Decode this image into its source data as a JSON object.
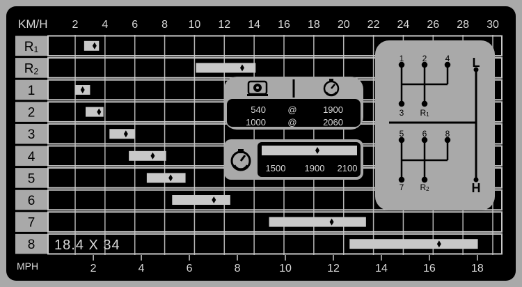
{
  "colors": {
    "plate": "#000000",
    "panel": "#a9a9a9",
    "bar": "#c8c8c8",
    "grid": "#c8c8c8",
    "text_light": "#d8d8d8",
    "text_dark": "#000000"
  },
  "header": {
    "unit_label": "KM/H",
    "ticks": [
      "2",
      "4",
      "6",
      "8",
      "10",
      "12",
      "14",
      "16",
      "18",
      "20",
      "22",
      "24",
      "26",
      "28",
      "30"
    ]
  },
  "footer": {
    "unit_label": "MPH",
    "ticks": [
      "2",
      "4",
      "6",
      "8",
      "10",
      "12",
      "14",
      "16",
      "18"
    ]
  },
  "gears": [
    {
      "label": "R1",
      "main": "R",
      "sub": "1",
      "range_kmh": [
        2.6,
        3.6
      ],
      "mark_kmh": 3.3
    },
    {
      "label": "R2",
      "main": "R",
      "sub": "2",
      "range_kmh": [
        10.1,
        14.1
      ],
      "mark_kmh": 13.2
    },
    {
      "label": "1",
      "main": "1",
      "sub": "",
      "range_kmh": [
        2.0,
        3.0
      ],
      "mark_kmh": 2.5
    },
    {
      "label": "2",
      "main": "2",
      "sub": "",
      "range_kmh": [
        2.7,
        3.9
      ],
      "mark_kmh": 3.6
    },
    {
      "label": "3",
      "main": "3",
      "sub": "",
      "range_kmh": [
        4.3,
        6.0
      ],
      "mark_kmh": 5.4
    },
    {
      "label": "4",
      "main": "4",
      "sub": "",
      "range_kmh": [
        5.6,
        8.1
      ],
      "mark_kmh": 7.2
    },
    {
      "label": "5",
      "main": "5",
      "sub": "",
      "range_kmh": [
        6.8,
        9.4
      ],
      "mark_kmh": 8.4
    },
    {
      "label": "6",
      "main": "6",
      "sub": "",
      "range_kmh": [
        8.5,
        12.4
      ],
      "mark_kmh": 11.3
    },
    {
      "label": "7",
      "main": "7",
      "sub": "",
      "range_kmh": [
        15.0,
        21.5
      ],
      "mark_kmh": 19.2
    },
    {
      "label": "8",
      "main": "8",
      "sub": "",
      "range_kmh": [
        20.4,
        29.0
      ],
      "mark_kmh": 26.4
    }
  ],
  "tire_size": "18.4 X 34",
  "pto": {
    "rows": [
      {
        "pto_speed": "540",
        "at": "@",
        "engine_rpm": "1900"
      },
      {
        "pto_speed": "1000",
        "at": "@",
        "engine_rpm": "2060"
      }
    ],
    "pto_icon": "pto-shaft-icon",
    "engine_icon": "engine-tachometer-icon"
  },
  "engine_range": {
    "icon": "engine-tachometer-icon",
    "rpm_labels": [
      "1500",
      "1900",
      "2100"
    ]
  },
  "shift_pattern": {
    "low_label": "L",
    "high_label": "H",
    "top_numbers": [
      "1",
      "2",
      "4"
    ],
    "top_bottom_numbers": [
      "3",
      "R1"
    ],
    "bottom_top_numbers": [
      "5",
      "6",
      "8"
    ],
    "bottom_bottom_numbers": [
      "7",
      "R2"
    ]
  }
}
